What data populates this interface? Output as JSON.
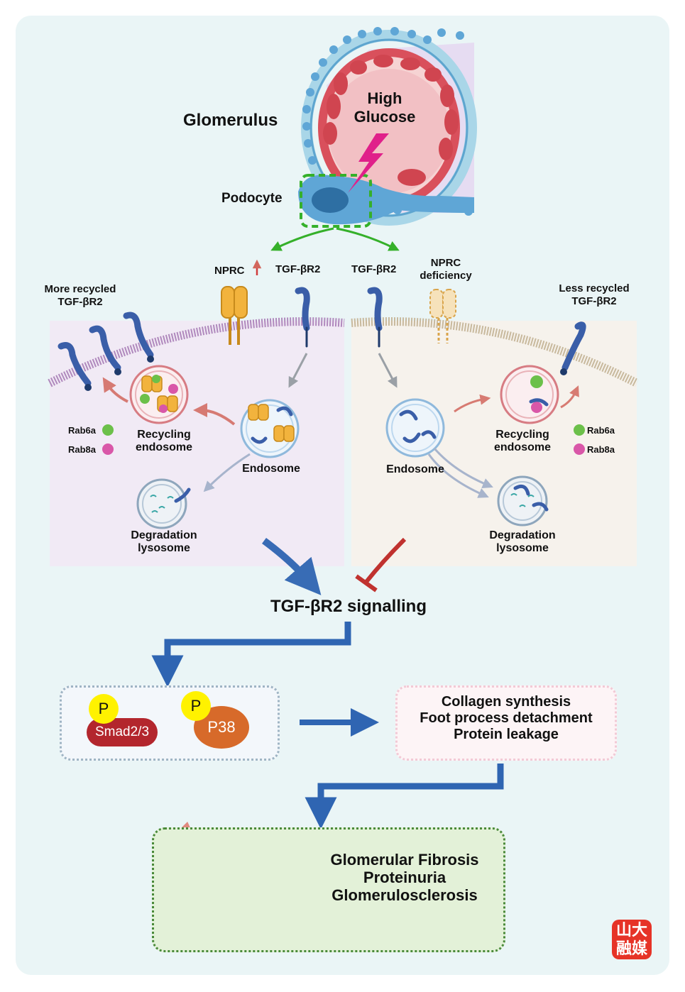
{
  "labels": {
    "glomerulus": "Glomerulus",
    "high_glucose_1": "High",
    "high_glucose_2": "Glucose",
    "podocyte": "Podocyte",
    "npr_up": "NPRC",
    "tgf_left": "TGF-βR2",
    "tgf_right": "TGF-βR2",
    "npr_def_1": "NPRC",
    "npr_def_2": "deficiency",
    "more_recycled_1": "More recycled",
    "more_recycled_2": "TGF-βR2",
    "less_recycled_1": "Less recycled",
    "less_recycled_2": "TGF-βR2",
    "rab6a_left": "Rab6a",
    "rab8a_left": "Rab8a",
    "rab6a_right": "Rab6a",
    "rab8a_right": "Rab8a",
    "recycling_left_1": "Recycling",
    "recycling_left_2": "endosome",
    "recycling_right_1": "Recycling",
    "recycling_right_2": "endosome",
    "endosome_left": "Endosome",
    "endosome_right": "Endosome",
    "degradation_left_1": "Degradation",
    "degradation_left_2": "lysosome",
    "degradation_right_1": "Degradation",
    "degradation_right_2": "lysosome",
    "signalling": "TGF-βR2 signalling",
    "p_badge_1": "P",
    "p_badge_2": "P",
    "smad": "Smad2/3",
    "p38": "P38",
    "effects": [
      "Collagen synthesis",
      "Foot process detachment",
      "Protein leakage"
    ],
    "outcomes": [
      "Glomerular Fibrosis",
      "Proteinuria",
      "Glomerulosclerosis"
    ],
    "logo_line1": "山大",
    "logo_line2": "融媒"
  },
  "colors": {
    "background": "#eaf5f6",
    "arrow_blue": "#2f65b2",
    "inhibit_red": "#c0322f",
    "rab6a": "#6cc04a",
    "rab8a": "#d957a8",
    "receptor": "#3a5ea8",
    "nprc": "#f2b33d"
  },
  "icons": [
    "lightning-icon",
    "receptor-icon",
    "nprc-dimer-icon",
    "endosome-icon",
    "lysosome-icon",
    "kidney-glomerulus-icon"
  ]
}
